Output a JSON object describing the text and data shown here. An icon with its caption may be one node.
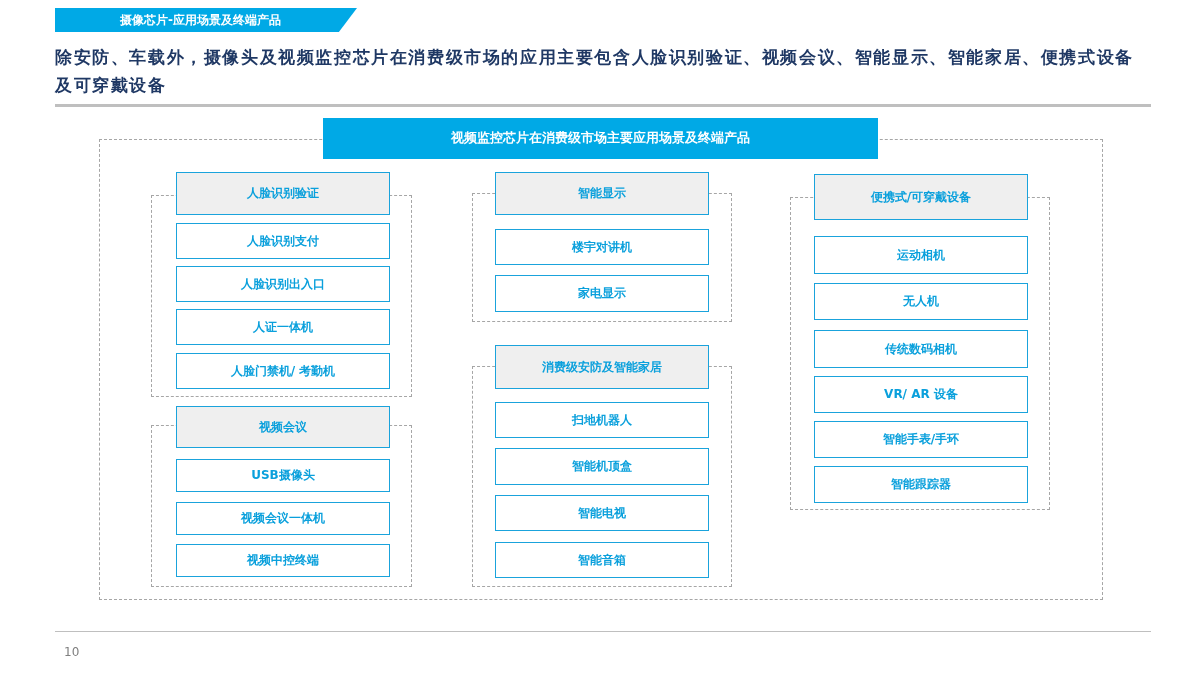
{
  "diagram": {
    "title": "除安防、车载外，摄像头及视频监控芯片在消费级市场的应用主要包含人脸识别验证、视频会议、智能显示、智能家居、便携式设备及可穿戴设备",
    "nodes": [
      {
        "text": [
          "摄像芯片-应用场景及终端产品"
        ]
      },
      {
        "text": [
          "视频监控芯片在消费级市场主要应用场景及终端产品"
        ]
      },
      {
        "text": [
          "人脸识别验证"
        ],
        "in": 1
      },
      {
        "text": [
          "人脸识别支付"
        ],
        "in": 2
      },
      {
        "text": [
          "人脸识别出入口"
        ],
        "in": 2
      },
      {
        "text": [
          "人证一体机"
        ],
        "in": 2
      },
      {
        "text": [
          "人脸门禁机/ 考勤机"
        ],
        "in": 2
      },
      {
        "text": [
          "视频会议"
        ],
        "in": 1
      },
      {
        "text": [
          "USB摄像头"
        ],
        "in": 7
      },
      {
        "text": [
          "视频会议一体机"
        ],
        "in": 7
      },
      {
        "text": [
          "视频中控终端"
        ],
        "in": 7
      },
      {
        "text": [
          "智能显示"
        ],
        "in": 1
      },
      {
        "text": [
          "楼宇对讲机"
        ],
        "in": 11
      },
      {
        "text": [
          "家电显示"
        ],
        "in": 11
      },
      {
        "text": [
          "消费级安防及智能家居"
        ],
        "in": 1
      },
      {
        "text": [
          "扫地机器人"
        ],
        "in": 14
      },
      {
        "text": [
          "智能机顶盒"
        ],
        "in": 14
      },
      {
        "text": [
          "智能电视"
        ],
        "in": 14
      },
      {
        "text": [
          "智能音箱"
        ],
        "in": 14
      },
      {
        "text": [
          "便携式/可穿戴设备"
        ],
        "in": 1
      },
      {
        "text": [
          "运动相机"
        ],
        "in": 19
      },
      {
        "text": [
          "无人机"
        ],
        "in": 19
      },
      {
        "text": [
          "传统数码相机"
        ],
        "in": 19
      },
      {
        "text": [
          "VR/ AR 设备"
        ],
        "in": 19
      },
      {
        "text": [
          "智能手表/手环"
        ],
        "in": 19
      },
      {
        "text": [
          "智能跟踪器"
        ],
        "in": 19
      }
    ],
    "labels": [
      "10"
    ]
  }
}
